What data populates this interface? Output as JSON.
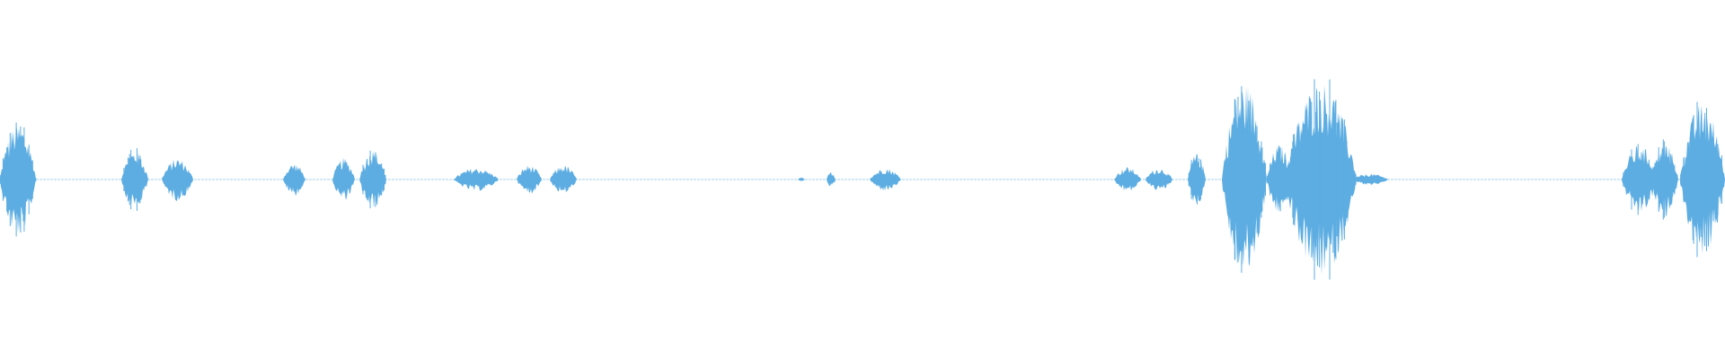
{
  "waveform": {
    "color": "#5dade2",
    "baseline_color": "#5dade2"
  },
  "chart_data": {
    "type": "area",
    "title": "",
    "xlabel": "",
    "ylabel": "",
    "x_range": [
      0,
      1920
    ],
    "ylim": [
      -1,
      1
    ],
    "grid": false,
    "series": [
      {
        "segments": [
          {
            "x": 0,
            "width": 40,
            "amplitude": 0.58
          },
          {
            "x": 135,
            "width": 30,
            "amplitude": 0.3
          },
          {
            "x": 180,
            "width": 35,
            "amplitude": 0.22
          },
          {
            "x": 315,
            "width": 25,
            "amplitude": 0.17
          },
          {
            "x": 370,
            "width": 25,
            "amplitude": 0.22
          },
          {
            "x": 400,
            "width": 30,
            "amplitude": 0.3
          },
          {
            "x": 505,
            "width": 50,
            "amplitude": 0.12
          },
          {
            "x": 575,
            "width": 28,
            "amplitude": 0.15
          },
          {
            "x": 612,
            "width": 30,
            "amplitude": 0.15
          },
          {
            "x": 888,
            "width": 8,
            "amplitude": 0.02
          },
          {
            "x": 920,
            "width": 10,
            "amplitude": 0.08
          },
          {
            "x": 968,
            "width": 35,
            "amplitude": 0.12
          },
          {
            "x": 1240,
            "width": 30,
            "amplitude": 0.13
          },
          {
            "x": 1275,
            "width": 30,
            "amplitude": 0.12
          },
          {
            "x": 1322,
            "width": 20,
            "amplitude": 0.27
          },
          {
            "x": 1360,
            "width": 50,
            "amplitude": 1.0
          },
          {
            "x": 1410,
            "width": 28,
            "amplitude": 0.36
          },
          {
            "x": 1430,
            "width": 80,
            "amplitude": 1.0
          },
          {
            "x": 1505,
            "width": 40,
            "amplitude": 0.06
          },
          {
            "x": 1805,
            "width": 40,
            "amplitude": 0.35
          },
          {
            "x": 1838,
            "width": 30,
            "amplitude": 0.38
          },
          {
            "x": 1870,
            "width": 50,
            "amplitude": 0.78
          }
        ]
      }
    ]
  }
}
